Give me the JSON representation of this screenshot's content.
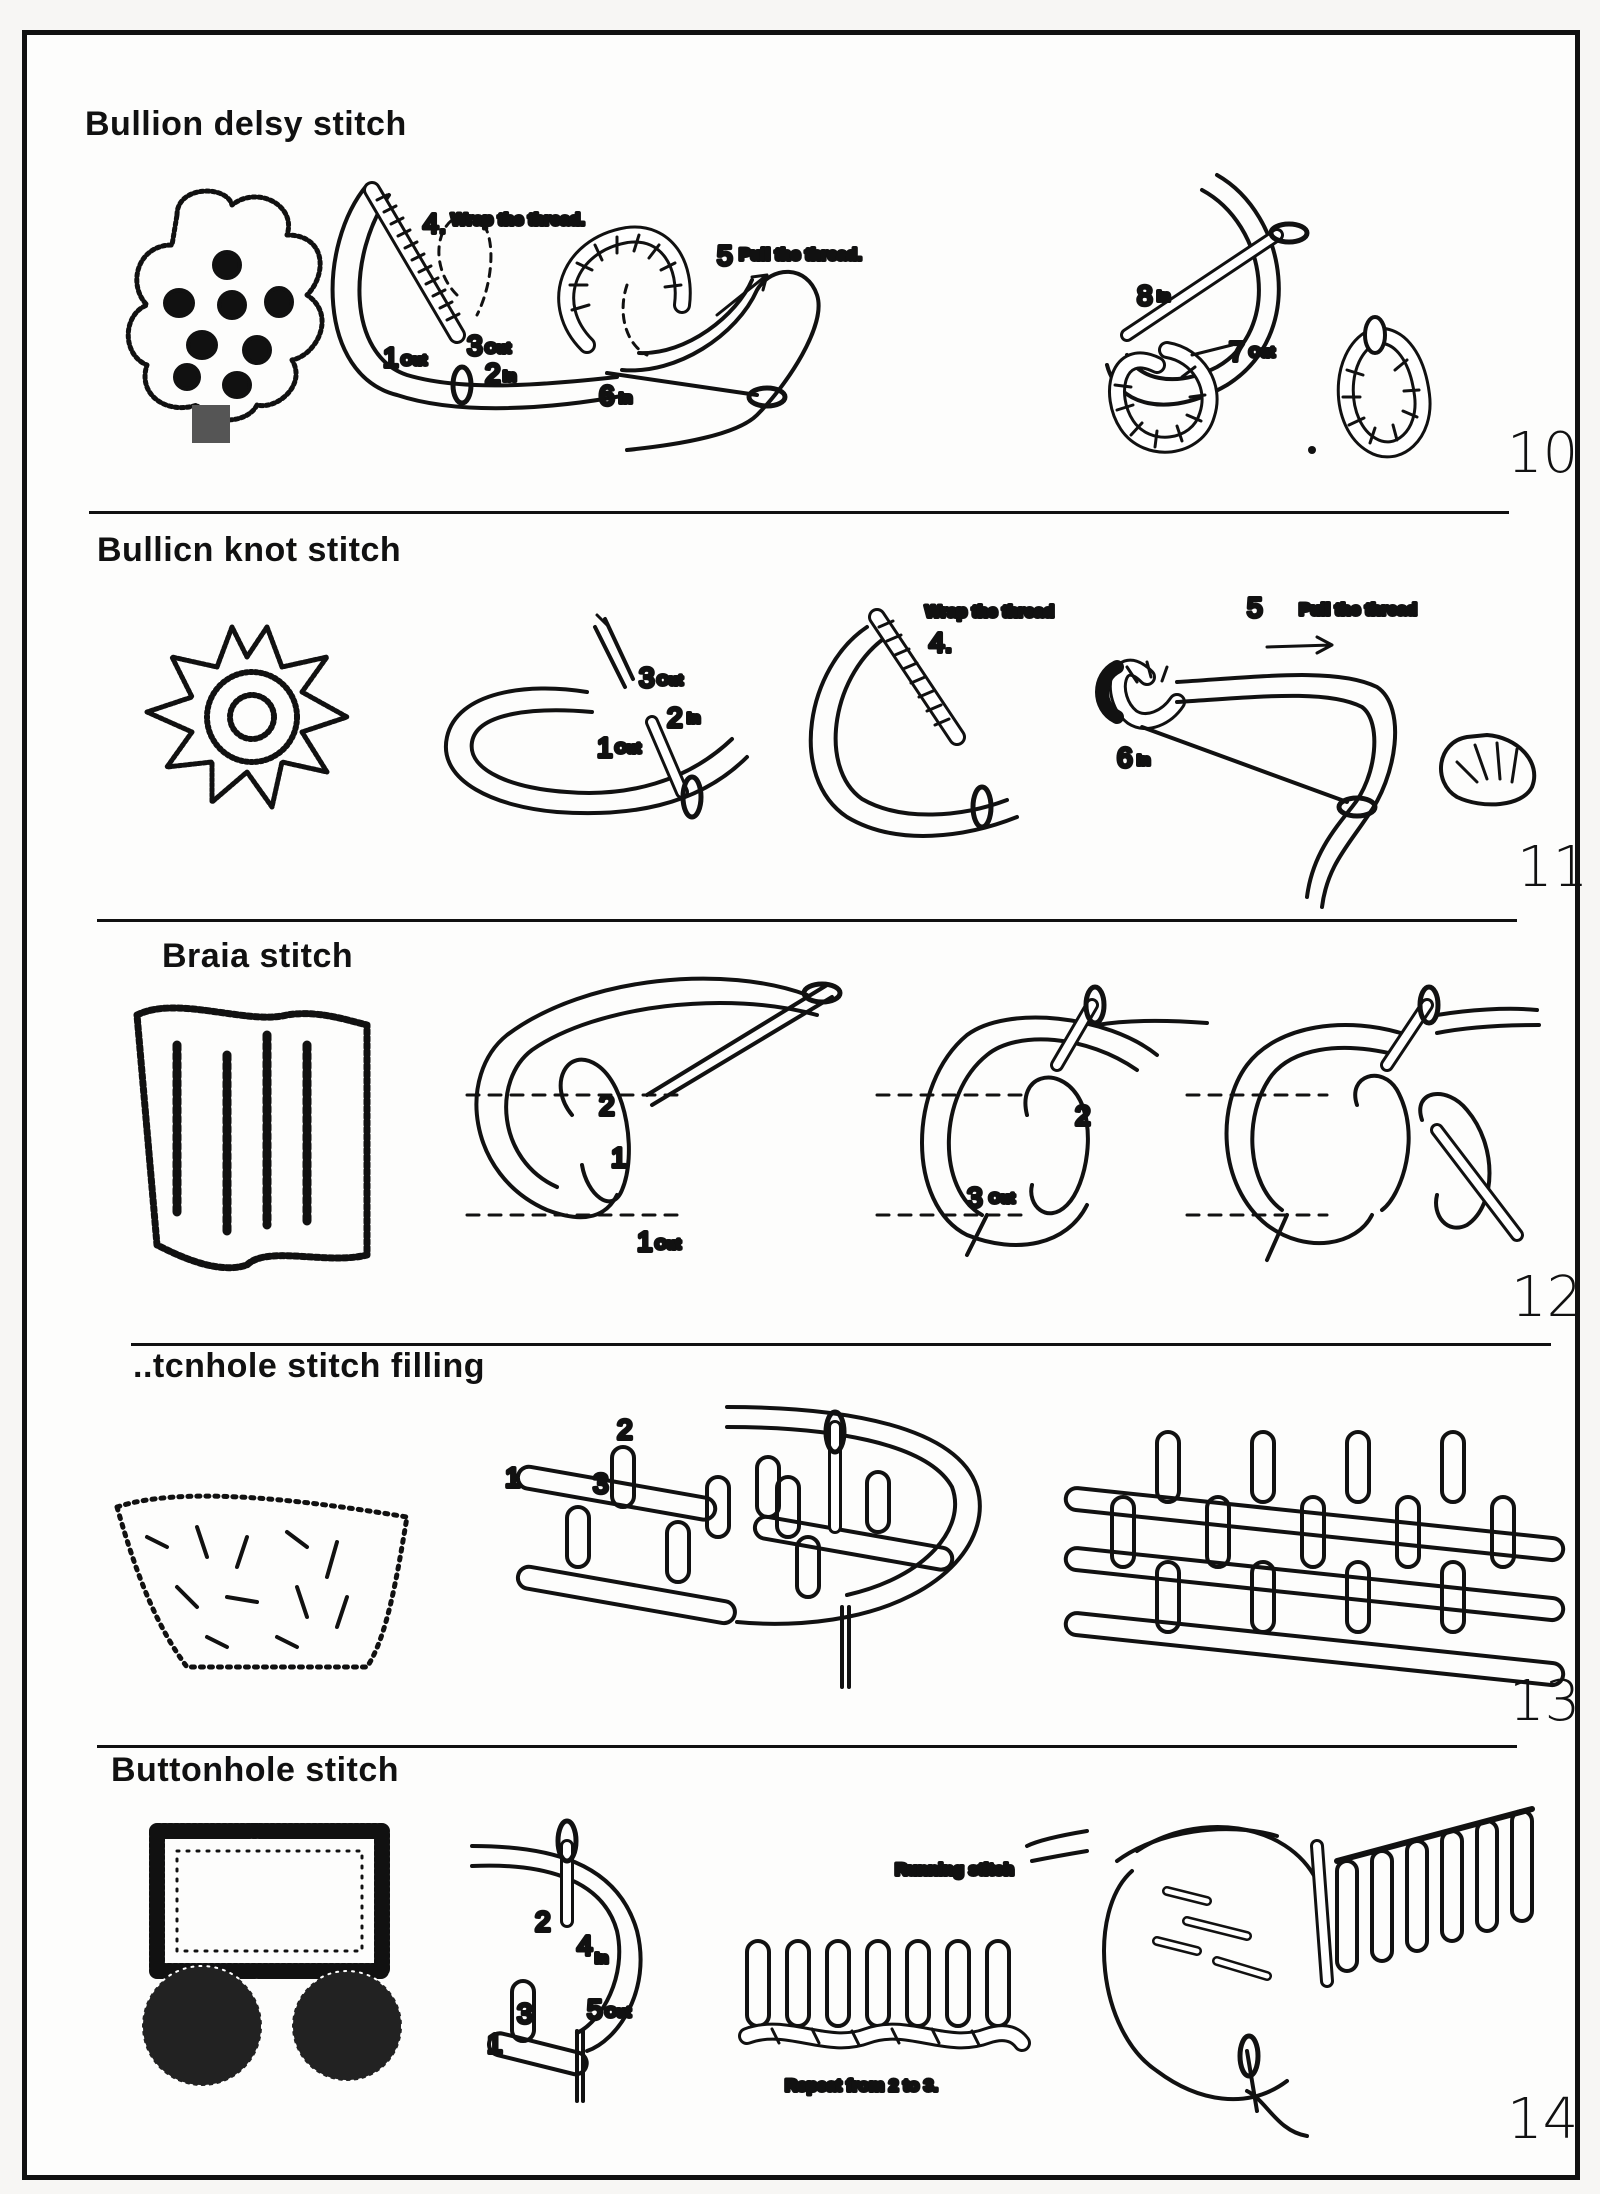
{
  "sections": [
    {
      "title": "Bullion delsy stitch",
      "number": "10",
      "labels": {
        "wrap": "Wrap the thread.",
        "pull": "Pull the thread.",
        "n4": "4.",
        "n5": "5",
        "n1": "1",
        "out1": "Out",
        "n3": "3",
        "out3": "Out",
        "n2": "2",
        "in2": "In",
        "n6": "6",
        "in6": "In",
        "n8": "8",
        "in8": "In",
        "n7": "7",
        "out7": "Out"
      }
    },
    {
      "title": "Bullicn knot stitch",
      "number": "11",
      "labels": {
        "wrap": "Wrap the thread",
        "pull": "Pull the thread",
        "n4": "4.",
        "n5": "5",
        "n3": "3",
        "out3": "Out",
        "n2": "2",
        "in2": "In",
        "n1": "1",
        "out1": "Out",
        "n6": "6",
        "in6": "In"
      }
    },
    {
      "title": "Braia stitch",
      "number": "12",
      "labels": {
        "n2": "2",
        "n1": "1",
        "n1b": "1",
        "out1": "Out",
        "n2b": "2",
        "n3": "3",
        "out3": "Out"
      }
    },
    {
      "title": "..tcnhole stitch filling",
      "number": "13",
      "labels": {
        "n1": "1",
        "n2": "2",
        "n3": "3"
      }
    },
    {
      "title": "Buttonhole stitch",
      "number": "14",
      "labels": {
        "running": "Running stitch",
        "repeat": "Repeat from 2 to 3.",
        "n1": "1",
        "n2": "2",
        "n3": "3",
        "n4": "4",
        "in4": "In",
        "n5": "5",
        "out5": "Out"
      }
    }
  ]
}
